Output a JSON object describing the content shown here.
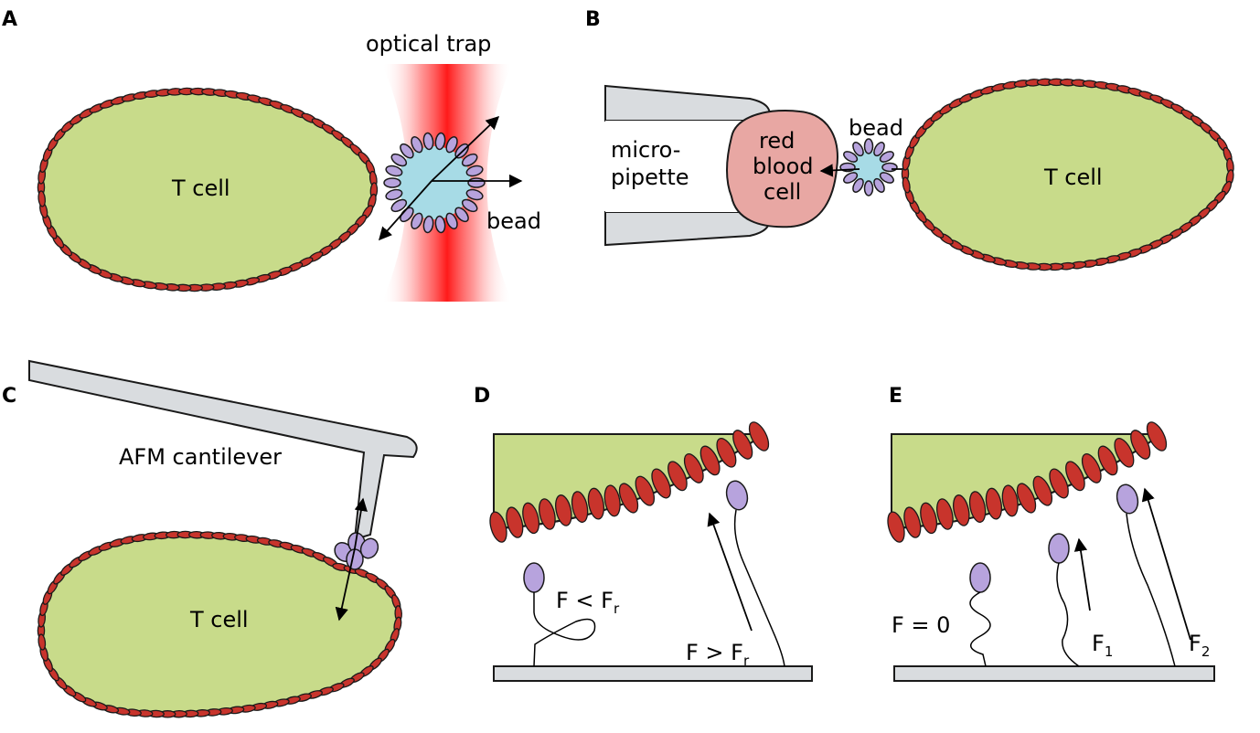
{
  "colors": {
    "cell": "#c8db8a",
    "receptor": "#c8342c",
    "ligand": "#b7a3dd",
    "bead": "#a7dbe6",
    "rbc": "#e8a7a3",
    "trap": "#ff2020",
    "instrument": "#d9dcdf"
  },
  "panels": {
    "a": {
      "letter": "A",
      "trap_label": "optical trap",
      "cell_label": "T cell",
      "bead_label": "bead"
    },
    "b": {
      "letter": "B",
      "pipette_line1": "micro-",
      "pipette_line2": "pipette",
      "rbc_line1": "red",
      "rbc_line2": "blood",
      "rbc_line3": "cell",
      "bead_label": "bead",
      "cell_label": "T cell"
    },
    "c": {
      "letter": "C",
      "cantilever_label": "AFM cantilever",
      "cell_label": "T cell"
    },
    "d": {
      "letter": "D",
      "force_low": "F < F",
      "force_low_sub": "r",
      "force_high": "F > F",
      "force_high_sub": "r"
    },
    "e": {
      "letter": "E",
      "force_zero": "F = 0",
      "force1": "F",
      "force1_sub": "1",
      "force2": "F",
      "force2_sub": "2"
    }
  }
}
